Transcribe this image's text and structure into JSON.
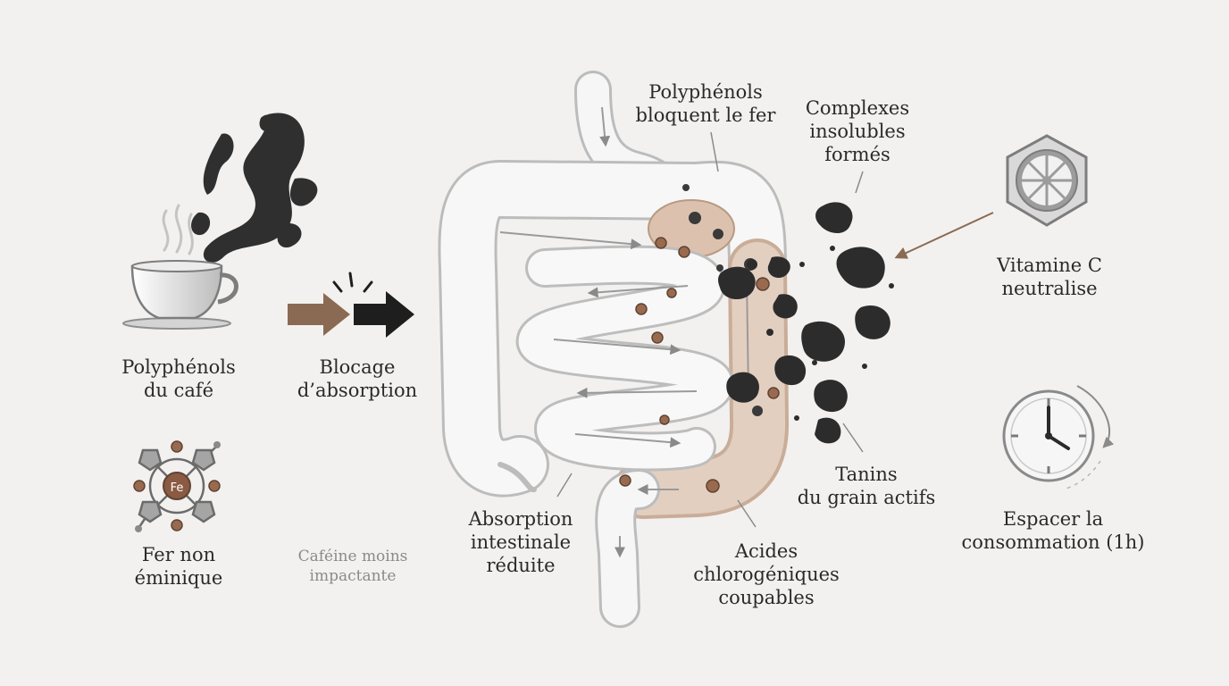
{
  "labels": {
    "polyphenols_coffee": "Polyphénols\ndu café",
    "absorption_block": "Blocage\nd’absorption",
    "non_heme_iron": "Fer non\néminique",
    "caffeine_less": "Caféine moins\nimpactante",
    "polyphenols_block": "Polyphénols\nbloquent le fer",
    "insoluble_complexes": "Complexes\ninsolubles\nformés",
    "vitamin_c": "Vitamine C\nneutralise",
    "tannins": "Tanins\ndu grain actifs",
    "spacing": "Espacer la\nconsommation (1h)",
    "intestinal_absorption": "Absorption\nintestinale\nréduite",
    "chlorogenic_acids": "Acides\nchlorogéniques\ncoupables",
    "fe_symbol": "Fe"
  },
  "colors": {
    "background": "#f2f1ef",
    "coffee_brown": "#8a6a52",
    "dark": "#2a2a2a",
    "gut_fill": "#f7f7f7",
    "gut_stroke": "#bdbdbd",
    "highlight": "#d9c3b2"
  },
  "icons": [
    "coffee-cup-icon",
    "steam-icon",
    "arrow-icon",
    "iron-molecule-icon",
    "citrus-hexagon-icon",
    "clock-icon"
  ]
}
